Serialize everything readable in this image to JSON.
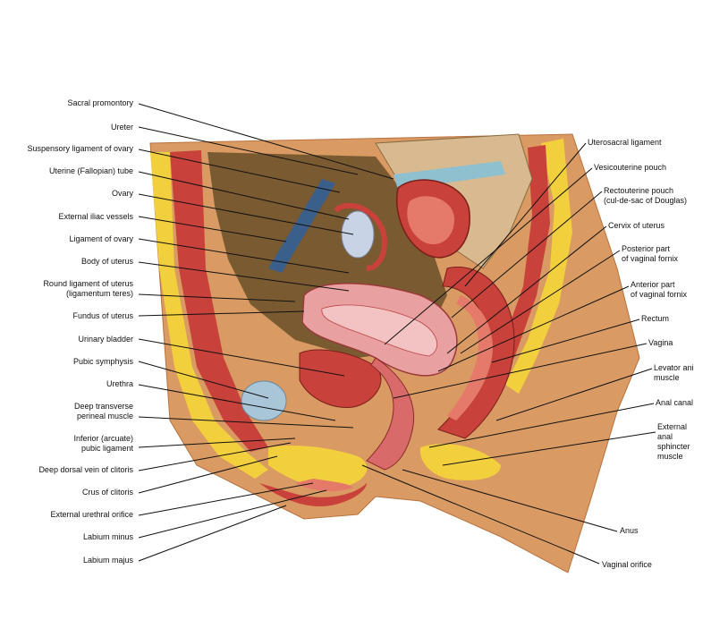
{
  "labels_left": [
    "Sacral promontory",
    "Ureter",
    "Suspensory ligament of ovary",
    "Uterine (Fallopian) tube",
    "Ovary",
    "External iliac vessels",
    "Ligament of ovary",
    "Body of uterus",
    "Round ligament of uterus\n(ligamentum teres)",
    "Fundus of uterus",
    "Urinary bladder",
    "Pubic symphysis",
    "Urethra",
    "Deep transverse\nperineal muscle",
    "Inferior (arcuate)\npubic ligament",
    "Deep dorsal vein of clitoris",
    "Crus of clitoris",
    "External urethral orifice",
    "Labium minus",
    "Labium majus"
  ],
  "labels_right": [
    "Uterosacral ligament",
    "Vesicouterine pouch",
    "Rectouterine pouch\n(cul-de-sac of Douglas)",
    "Cervix of uterus",
    "Posterior part\nof vaginal fornix",
    "Anterior part\nof vaginal fornix",
    "Rectum",
    "Vagina",
    "Levator ani\nmuscle",
    "Anal canal",
    "External\nanal\nsphincter\nmuscle",
    "Anus",
    "Vaginal orifice"
  ],
  "colors": {
    "skin": "#d99a63",
    "skin_dark": "#b9723f",
    "fat": "#f2cf3c",
    "muscle": "#c8413a",
    "uterus": "#e8a0a0",
    "bone": "#d9b98f",
    "cavity": "#7a5a30",
    "bladder_fluid": "#a9c6d8",
    "leader_line": "#111111"
  }
}
